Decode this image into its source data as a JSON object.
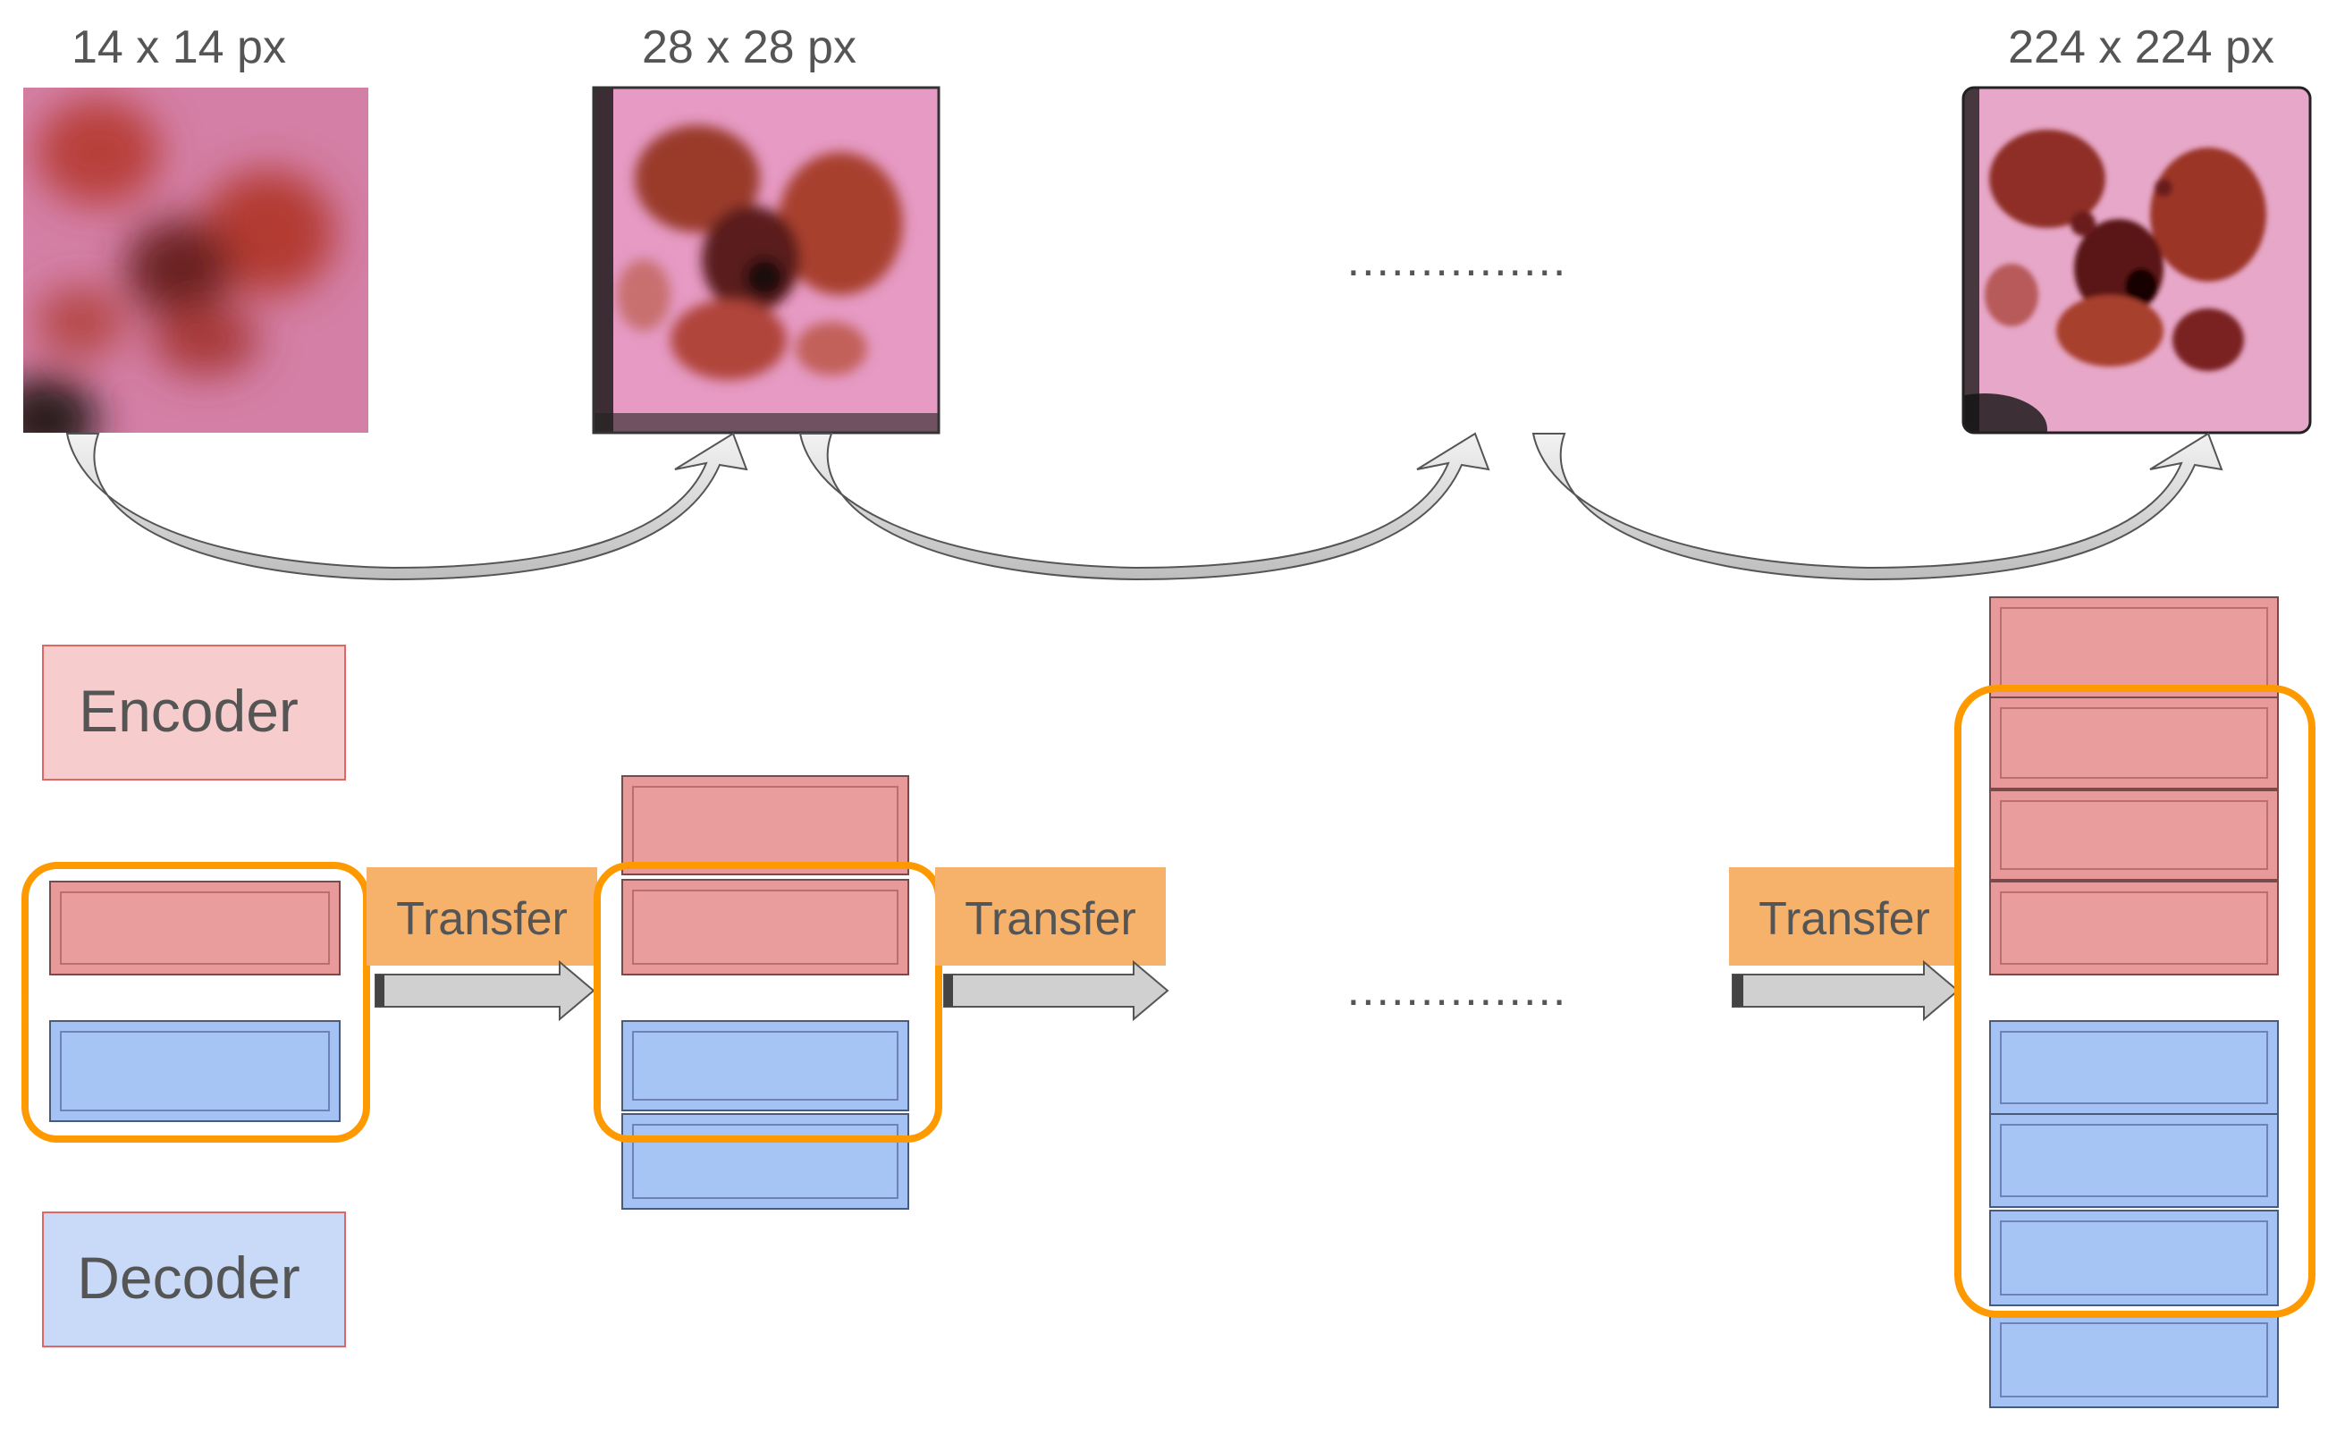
{
  "stages": [
    {
      "resolution_label": "14 x 14 px"
    },
    {
      "resolution_label": "28 x 28 px"
    },
    {
      "resolution_label": "224 x 224 px"
    }
  ],
  "ellipsis": {
    "top": "...............",
    "bottom": "..............."
  },
  "legend": {
    "encoder_label": "Encoder",
    "decoder_label": "Decoder"
  },
  "transfer_label": "Transfer",
  "layer_counts": {
    "stage1": {
      "encoder": 1,
      "decoder": 1
    },
    "stage2": {
      "encoder": 2,
      "decoder": 2
    },
    "stage3": {
      "encoder": 4,
      "decoder": 4
    }
  },
  "colors": {
    "encoder_fill": "#e89a9a",
    "encoder_legend": "#f6cccc",
    "decoder_fill": "#a4c2f4",
    "decoder_legend": "#c9daf8",
    "transfer_fill": "#f6b26b",
    "highlight_outline": "#ff9900",
    "arrow_fill": "#d0d0d0",
    "text": "#555555"
  }
}
